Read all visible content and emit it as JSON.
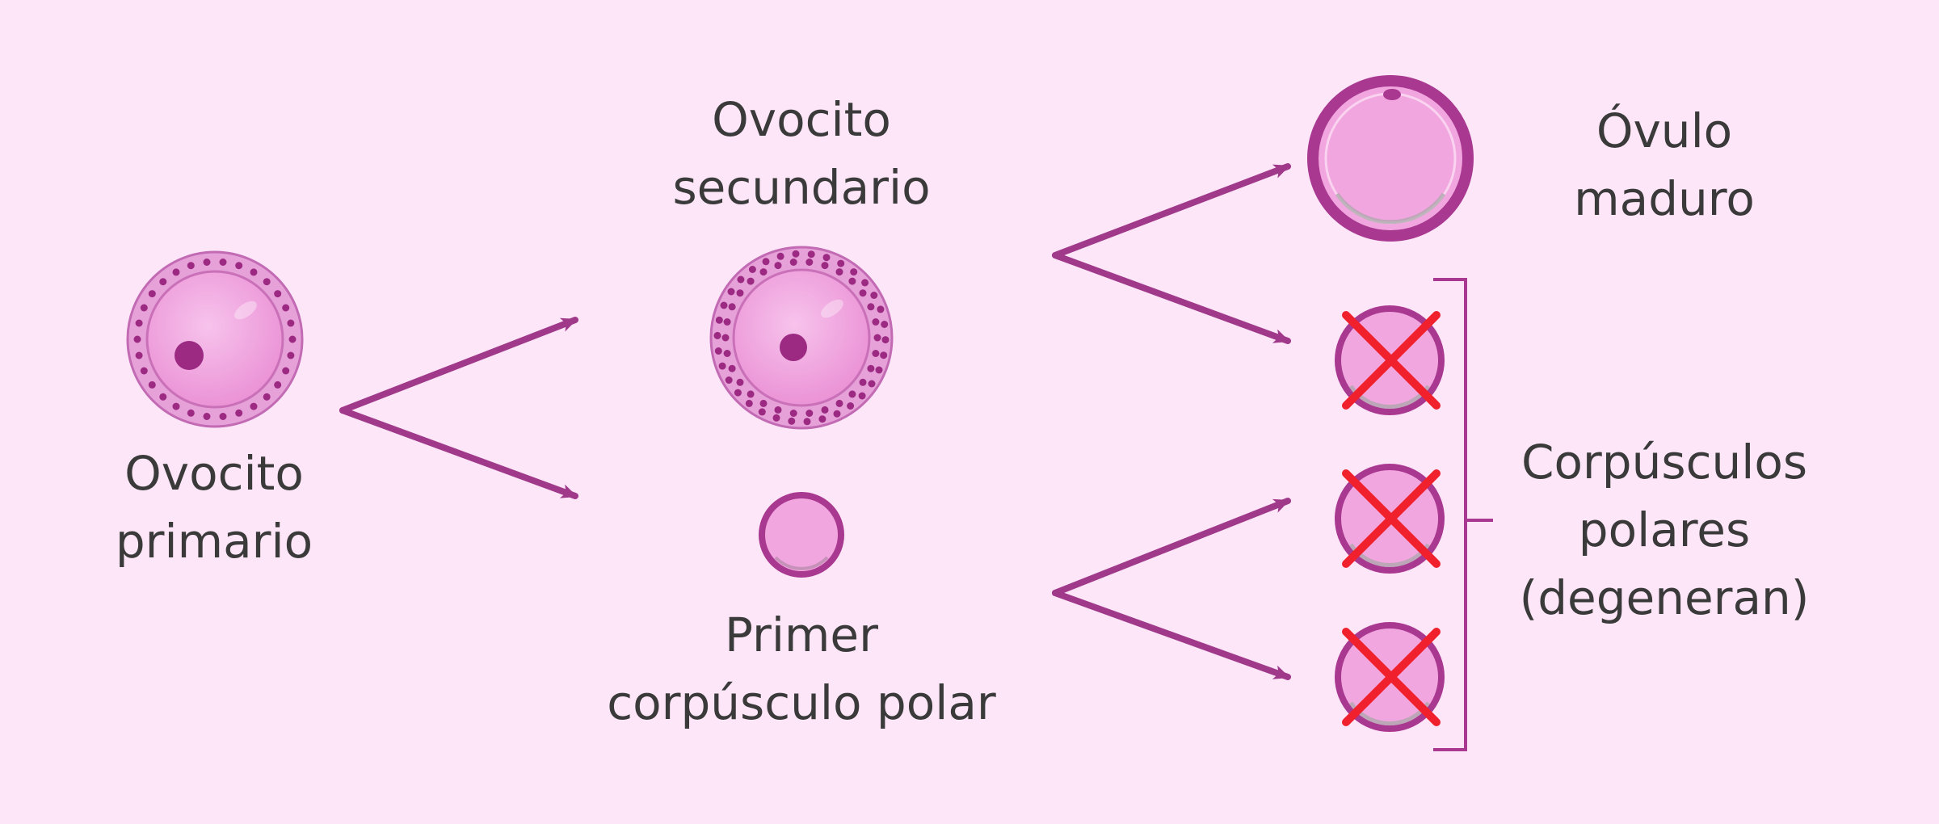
{
  "labels": {
    "primary_oocyte": [
      "Ovocito",
      "primario"
    ],
    "secondary_oocyte": [
      "Ovocito",
      "secundario"
    ],
    "first_polar_body": [
      "Primer",
      "corpúsculo polar"
    ],
    "mature_ovum": [
      "Óvulo",
      "maduro"
    ],
    "polar_bodies": [
      "Corpúsculos",
      "polares",
      "(degeneran)"
    ]
  },
  "colors": {
    "background": "#fde6f8",
    "arrow": "#a0398a",
    "cell_fill": "#f2a6df",
    "cell_border": "#a93890",
    "follicle": "#e7a1d9",
    "cross": "#f0202c",
    "text": "#3a3a3a"
  }
}
